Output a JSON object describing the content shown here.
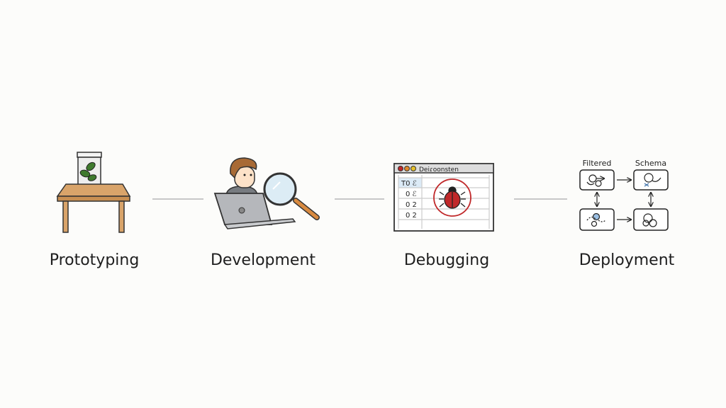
{
  "stages": [
    {
      "label": "Prototyping",
      "icon": "table-plant-jar-icon"
    },
    {
      "label": "Development",
      "icon": "developer-laptop-magnifier-icon"
    },
    {
      "label": "Debugging",
      "icon": "debug-window-bug-icon"
    },
    {
      "label": "Deployment",
      "icon": "pipeline-flow-icon"
    }
  ],
  "debug_window": {
    "title": "Deiɾoonsten",
    "rows": [
      "T0 ℰ",
      "0 ℰ",
      "0 2",
      "0 2"
    ],
    "bug_color": "#c0282a"
  },
  "deployment": {
    "left_caption": "Filtered",
    "right_caption": "Schema"
  },
  "colors": {
    "wood": "#d9a46a",
    "leaf": "#3f7a2e",
    "hair": "#a86a35",
    "laptop": "#b5b7bb",
    "connector": "#c8c8c8"
  }
}
